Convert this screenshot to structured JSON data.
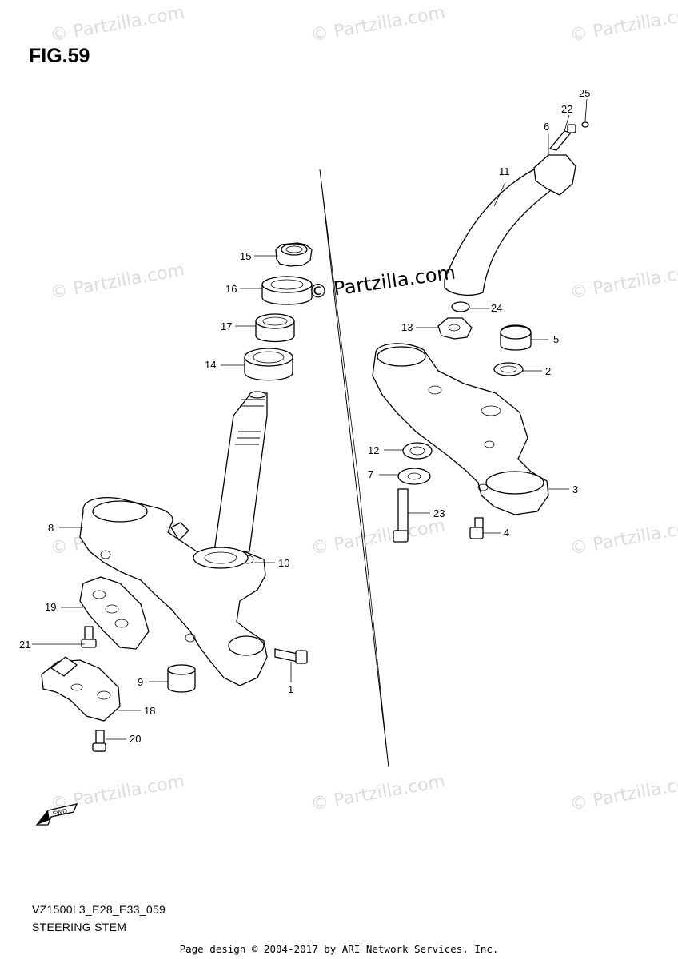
{
  "figure": {
    "title": "FIG.59"
  },
  "watermarks": [
    "© Partzilla.com"
  ],
  "watermark_strong": "© Partzilla.com",
  "callouts": [
    "1",
    "2",
    "3",
    "4",
    "5",
    "6",
    "7",
    "8",
    "9",
    "10",
    "11",
    "12",
    "13",
    "14",
    "15",
    "16",
    "17",
    "18",
    "19",
    "20",
    "21",
    "22",
    "23",
    "24",
    "25"
  ],
  "fwd_label": "FWD",
  "model_code": "VZ1500L3_E28_E33_059",
  "section_name": "STEERING STEM",
  "footer": "Page design © 2004-2017 by ARI Network Services, Inc."
}
